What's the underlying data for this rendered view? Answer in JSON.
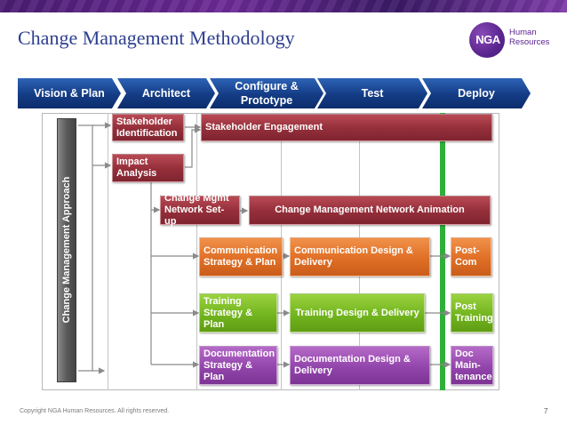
{
  "slide": {
    "title": "Change Management Methodology",
    "page_number": "7",
    "copyright": "Copyright NGA Human Resources. All rights reserved."
  },
  "logo": {
    "mark": "NGA",
    "text": "Human Resources"
  },
  "phases": [
    {
      "label": "Vision & Plan"
    },
    {
      "label": "Architect"
    },
    {
      "label": "Configure & Prototype"
    },
    {
      "label": "Test"
    },
    {
      "label": "Deploy"
    }
  ],
  "side_label": "Change Management Approach",
  "boxes": {
    "stakeholder_identification": "Stakeholder Identification",
    "stakeholder_engagement": "Stakeholder  Engagement",
    "impact_analysis": "Impact Analysis",
    "change_mgmt_network_setup": "Change Mgmt Network Set-up",
    "change_mgmt_network_animation": "Change Management Network Animation",
    "communication_strategy": "Communication Strategy & Plan",
    "communication_design": "Communication Design & Delivery",
    "post_com": "Post-Com",
    "training_strategy": "Training Strategy & Plan",
    "training_design": "Training Design & Delivery",
    "post_training": "Post Training",
    "documentation_strategy": "Documentation Strategy & Plan",
    "documentation_design": "Documentation Design & Delivery",
    "doc_maintenance": "Doc Main- tenance"
  },
  "colors": {
    "phase_blue": "#143c85",
    "red": "#96303b",
    "orange": "#e06f26",
    "green": "#73b51f",
    "purple": "#9245ab",
    "deploy_line": "#2fae3a",
    "title_blue": "#2e3f8f"
  }
}
